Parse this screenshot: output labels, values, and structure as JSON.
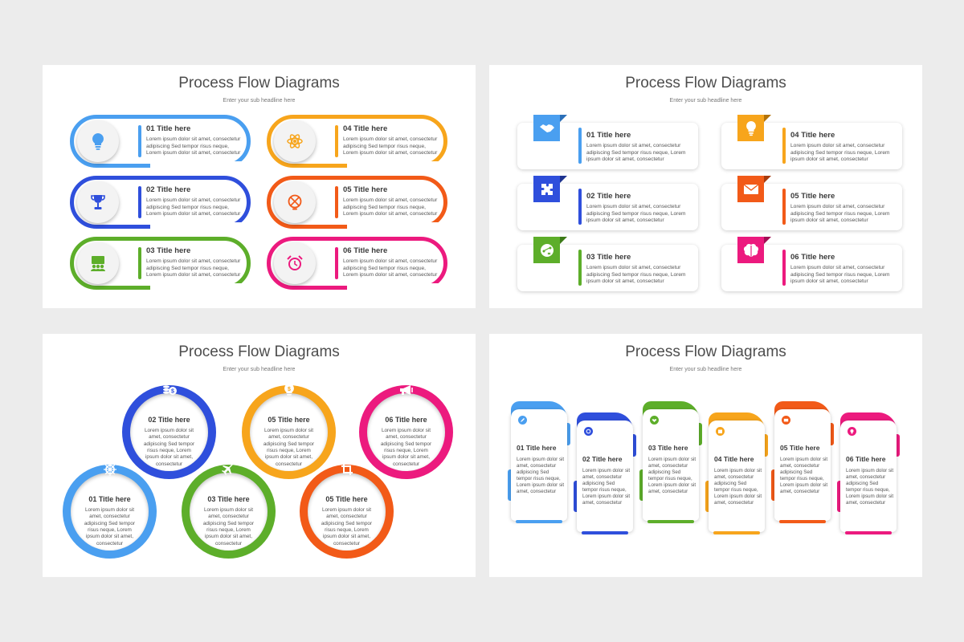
{
  "slide_title": "Process Flow Diagrams",
  "slide_subtitle": "Enter your sub headline here",
  "colors": {
    "light_blue": "#4a9ff0",
    "blue": "#2f4fdc",
    "green": "#5dae2a",
    "yellow": "#f7a51c",
    "orange": "#f25a18",
    "pink": "#ec1a7e"
  },
  "slides": [
    {
      "items": [
        {
          "title": "01 Title here",
          "body": "Lorem ipsum dolor sit amet, consectetur adipiscing Sed tempor risus neque, Lorem ipsum dolor sit amet, consectetur",
          "color": "#4a9ff0",
          "icon": "lightbulb-icon"
        },
        {
          "title": "02 Title here",
          "body": "Lorem ipsum dolor sit amet, consectetur adipiscing Sed tempor risus neque, Lorem ipsum dolor sit amet, consectetur",
          "color": "#2f4fdc",
          "icon": "trophy-icon"
        },
        {
          "title": "03 Title here",
          "body": "Lorem ipsum dolor sit amet, consectetur adipiscing Sed tempor risus neque, Lorem ipsum dolor sit amet, consectetur",
          "color": "#5dae2a",
          "icon": "presentation-icon"
        },
        {
          "title": "04 Title here",
          "body": "Lorem ipsum dolor sit amet, consectetur adipiscing Sed tempor risus neque, Lorem ipsum dolor sit amet, consectetur",
          "color": "#f7a51c",
          "icon": "atom-icon"
        },
        {
          "title": "05 Title here",
          "body": "Lorem ipsum dolor sit amet, consectetur adipiscing Sed tempor risus neque, Lorem ipsum dolor sit amet, consectetur",
          "color": "#f25a18",
          "icon": "globe-icon"
        },
        {
          "title": "06 Title here",
          "body": "Lorem ipsum dolor sit amet, consectetur adipiscing Sed tempor risus neque, Lorem ipsum dolor sit amet, consectetur",
          "color": "#ec1a7e",
          "icon": "alarm-clock-icon"
        }
      ]
    },
    {
      "items": [
        {
          "title": "01 Title here",
          "body": "Lorem ipsum dolor sit amet, consectetur adipiscing Sed tempor risus neque, Lorem ipsum dolor sit amet, consectetur",
          "color": "#4a9ff0",
          "icon": "handshake-icon"
        },
        {
          "title": "02 Title here",
          "body": "Lorem ipsum dolor sit amet, consectetur adipiscing Sed tempor risus neque, Lorem ipsum dolor sit amet, consectetur",
          "color": "#2f4fdc",
          "icon": "puzzle-icon"
        },
        {
          "title": "03 Title here",
          "body": "Lorem ipsum dolor sit amet, consectetur adipiscing Sed tempor risus neque, Lorem ipsum dolor sit amet, consectetur",
          "color": "#5dae2a",
          "icon": "strategy-icon"
        },
        {
          "title": "04 Title here",
          "body": "Lorem ipsum dolor sit amet, consectetur adipiscing Sed tempor risus neque, Lorem ipsum dolor sit amet, consectetur",
          "color": "#f7a51c",
          "icon": "lightbulb-icon"
        },
        {
          "title": "05 Title here",
          "body": "Lorem ipsum dolor sit amet, consectetur adipiscing Sed tempor risus neque, Lorem ipsum dolor sit amet, consectetur",
          "color": "#f25a18",
          "icon": "envelope-icon"
        },
        {
          "title": "06 Title here",
          "body": "Lorem ipsum dolor sit amet, consectetur adipiscing Sed tempor risus neque, Lorem ipsum dolor sit amet, consectetur",
          "color": "#ec1a7e",
          "icon": "brain-icon"
        }
      ]
    },
    {
      "items": [
        {
          "title": "01 Title here",
          "body": "Lorem ipsum dolor sit amet, consectetur adipiscing Sed tempor risus neque, Lorem ipsum dolor sit amet, consectetur",
          "color": "#4a9ff0",
          "icon": "ship-wheel-icon"
        },
        {
          "title": "02 Title here",
          "body": "Lorem ipsum dolor sit amet, consectetur adipiscing Sed tempor risus neque, Lorem ipsum dolor sit amet, consectetur",
          "color": "#2f4fdc",
          "icon": "coins-icon"
        },
        {
          "title": "03 Title here",
          "body": "Lorem ipsum dolor sit amet, consectetur adipiscing Sed tempor risus neque, Lorem ipsum dolor sit amet, consectetur",
          "color": "#5dae2a",
          "icon": "airplane-icon"
        },
        {
          "title": "05 Title here",
          "body": "Lorem ipsum dolor sit amet, consectetur adipiscing Sed tempor risus neque, Lorem ipsum dolor sit amet, consectetur",
          "color": "#f7a51c",
          "icon": "money-idea-icon"
        },
        {
          "title": "05 Title here",
          "body": "Lorem ipsum dolor sit amet, consectetur adipiscing Sed tempor risus neque, Lorem ipsum dolor sit amet, consectetur",
          "color": "#f25a18",
          "icon": "crop-icon"
        },
        {
          "title": "06 Title here",
          "body": "Lorem ipsum dolor sit amet, consectetur adipiscing Sed tempor risus neque, Lorem ipsum dolor sit amet, consectetur",
          "color": "#ec1a7e",
          "icon": "megaphone-icon"
        }
      ]
    },
    {
      "items": [
        {
          "title": "01 Title here",
          "body": "Lorem ipsum dolor sit amet, consectetur adipiscing Sed tempor risus neque, Lorem ipsum dolor sit amet, consectetur",
          "color": "#4a9ff0",
          "icon": "edit-icon"
        },
        {
          "title": "02 Title here",
          "body": "Lorem ipsum dolor sit amet, consectetur adipiscing Sed tempor risus neque, Lorem ipsum dolor sit amet, consectetur",
          "color": "#2f4fdc",
          "icon": "refresh-icon"
        },
        {
          "title": "03 Title here",
          "body": "Lorem ipsum dolor sit amet, consectetur adipiscing Sed tempor risus neque, Lorem ipsum dolor sit amet, consectetur",
          "color": "#5dae2a",
          "icon": "handshake-icon"
        },
        {
          "title": "04 Title here",
          "body": "Lorem ipsum dolor sit amet, consectetur adipiscing Sed tempor risus neque, Lorem ipsum dolor sit amet, consectetur",
          "color": "#f7a51c",
          "icon": "calendar-icon"
        },
        {
          "title": "05 Title here",
          "body": "Lorem ipsum dolor sit amet, consectetur adipiscing Sed tempor risus neque, Lorem ipsum dolor sit amet, consectetur",
          "color": "#f25a18",
          "icon": "envelope-icon"
        },
        {
          "title": "06 Title here",
          "body": "Lorem ipsum dolor sit amet, consectetur adipiscing Sed tempor risus neque, Lorem ipsum dolor sit amet, consectetur",
          "color": "#ec1a7e",
          "icon": "lightbulb-icon"
        }
      ]
    }
  ]
}
